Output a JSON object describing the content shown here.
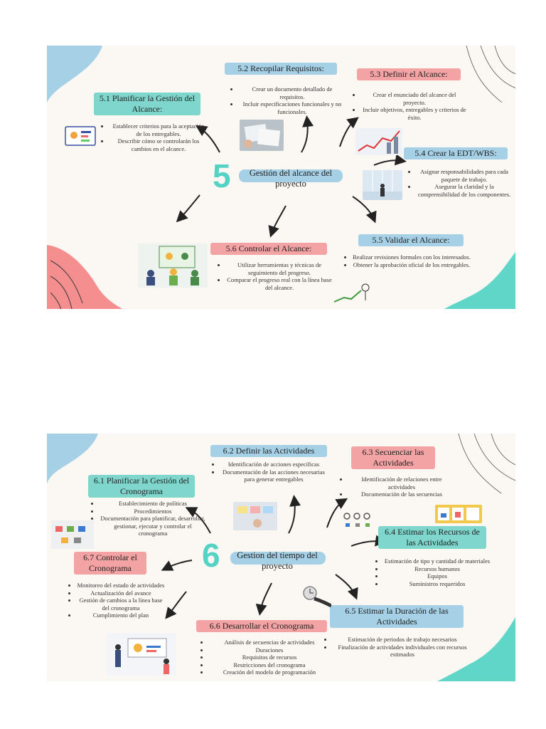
{
  "slide1": {
    "number": "5",
    "center": "Gestión del alcance del proyecto",
    "nodes": [
      {
        "title": "5.1 Planificar la Gestión del Alcance:",
        "bullets": [
          "Establecer criterios para la aceptación de los entregables.",
          "Describir cómo se controlarán los cambios en el alcance."
        ]
      },
      {
        "title": "5.2 Recopilar Requisitos:",
        "bullets": [
          "Crear un documento detallado de requisitos.",
          "Incluir especificaciones funcionales y no funcionales."
        ]
      },
      {
        "title": "5.3 Definir el Alcance:",
        "bullets": [
          "Crear el enunciado del alcance del proyecto.",
          "Incluir objetivos, entregables y criterios de éxito."
        ]
      },
      {
        "title": "5.4 Crear la EDT/WBS:",
        "bullets": [
          "Asignar responsabilidades para cada paquete de trabajo.",
          "Asegurar la claridad y la comprensibilidad de los componentes."
        ]
      },
      {
        "title": "5.5 Validar el Alcance:",
        "bullets": [
          "Realizar revisiones formales con los interesados.",
          "Obtener la aprobación oficial de los entregables."
        ]
      },
      {
        "title": "5.6 Controlar el Alcance:",
        "bullets": [
          "Utilizar herramientas y técnicas de seguimiento del progreso.",
          "Comparar el progreso real con la línea base del alcance."
        ]
      }
    ]
  },
  "slide2": {
    "number": "6",
    "center": "Gestion del tiempo del proyecto",
    "nodes": [
      {
        "title": "6.1 Planificar la Gestión del Cronograma",
        "bullets": [
          "Establecimiento de políticas",
          "Procedimientos",
          "Documentación para planificar, desarrollar, gestionar, ejecutar y controlar el cronograma"
        ]
      },
      {
        "title": "6.2 Definir las Actividades",
        "bullets": [
          "Identificación de acciones específicas",
          "Documentación de las acciones necesarias para generar entregables"
        ]
      },
      {
        "title": "6.3 Secuenciar las Actividades",
        "bullets": [
          "Identificación de relaciones entre actividades",
          "Documentación de las secuencias"
        ]
      },
      {
        "title": "6.4 Estimar los Recursos de las Actividades",
        "bullets": [
          "Estimación de tipo y cantidad de materiales",
          "Recursos humanos",
          "Equipos",
          "Suministros requeridos"
        ]
      },
      {
        "title": "6.5 Estimar la Duración de las Actividades",
        "bullets": [
          "Estimación de periodos de trabajo necesarios",
          "Finalización de actividades individuales con recursos estimados"
        ]
      },
      {
        "title": "6.6 Desarrollar el Cronograma",
        "bullets": [
          "Análisis de secuencias de actividades",
          "Duraciones",
          "Requisitos de recursos",
          "Restricciones del cronograma",
          "Creación del modelo de programación"
        ]
      },
      {
        "title": "6.7 Controlar el Cronograma",
        "bullets": [
          "Monitoreo del estado de actividades",
          "Actualización del avance",
          "Gestión de cambios a la línea base del cronograma",
          "Cumplimiento del plan"
        ]
      }
    ]
  },
  "colors": {
    "teal": "#7fd6cd",
    "pink": "#f4a3a5",
    "blue": "#a5d0e6",
    "number": "#54d3c4",
    "coral": "#f58e8e",
    "mint": "#5fd6c8"
  }
}
